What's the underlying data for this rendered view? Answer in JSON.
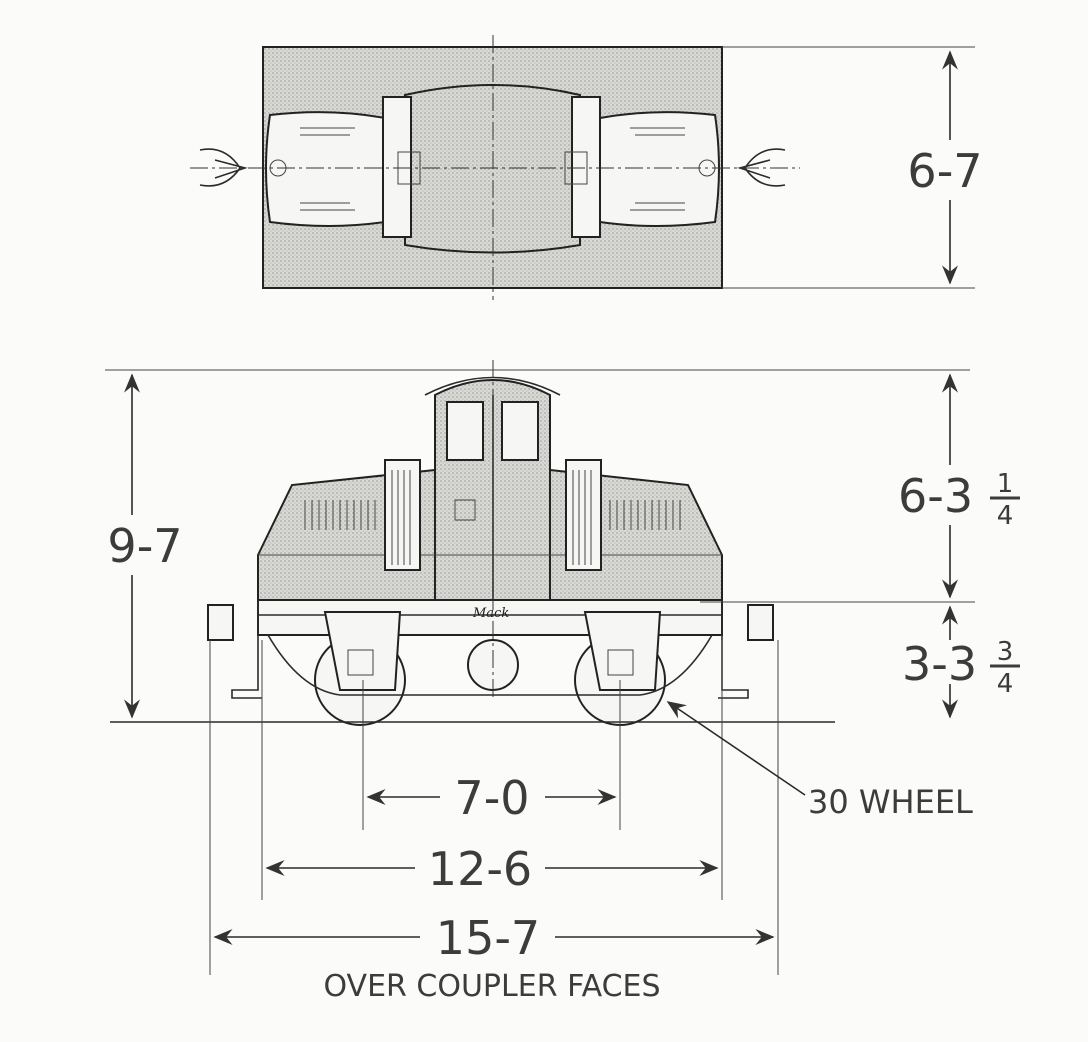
{
  "drawing": {
    "top_view": {
      "width_dim": "6-7"
    },
    "side_view": {
      "height_total_dim": "9-7",
      "upper_height_dim": {
        "whole": "6-3",
        "num": "1",
        "den": "4"
      },
      "lower_height_dim": {
        "whole": "3-3",
        "num": "3",
        "den": "4"
      },
      "wheelbase_dim": "7-0",
      "frame_length_dim": "12-6",
      "overall_length_dim": "15-7",
      "overall_length_caption": "OVER COUPLER FACES",
      "wheel_note": "30 WHEEL",
      "maker_mark": "Mack"
    }
  },
  "colors": {
    "ink": "#2b2b2b",
    "stipple": "#cfcfcc",
    "paper": "#fbfbfa"
  }
}
